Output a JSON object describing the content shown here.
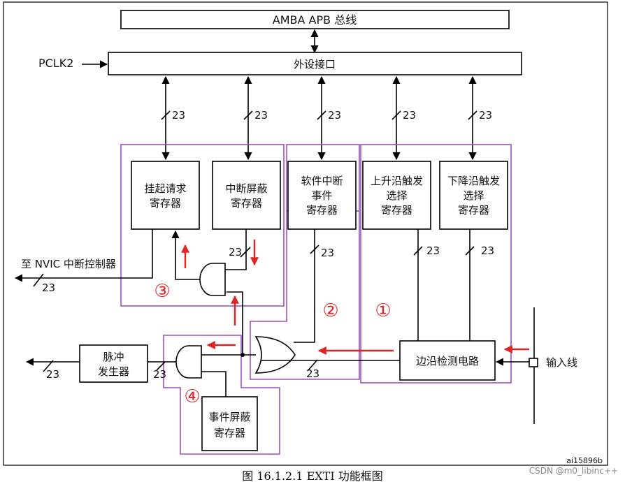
{
  "bus": {
    "label": "AMBA APB 总线"
  },
  "peripheral": {
    "label": "外设接口",
    "clock_label": "PCLK2"
  },
  "bus_width": "23",
  "registers": {
    "pending": [
      "挂起请求",
      "寄存器"
    ],
    "interrupt_mask": [
      "中断屏蔽",
      "寄存器"
    ],
    "software_interrupt": [
      "软件中断",
      "事件",
      "寄存器"
    ],
    "rising": [
      "上升沿触发",
      "选择",
      "寄存器"
    ],
    "falling": [
      "下降沿触发",
      "选择",
      "寄存器"
    ],
    "event_mask": [
      "事件屏蔽",
      "寄存器"
    ]
  },
  "edge_detect": {
    "label": "边沿检测电路"
  },
  "pulse_gen": {
    "lines": [
      "脉冲",
      "发生器"
    ]
  },
  "input_line": {
    "label": "输入线"
  },
  "nvic": {
    "label": "至 NVIC 中断控制器"
  },
  "badges": [
    "①",
    "②",
    "③",
    "④"
  ],
  "figure_id": "ai15896b",
  "caption": "图 16.1.2.1 EXTI 功能框图",
  "watermark": "CSDN @m0_libinc++"
}
